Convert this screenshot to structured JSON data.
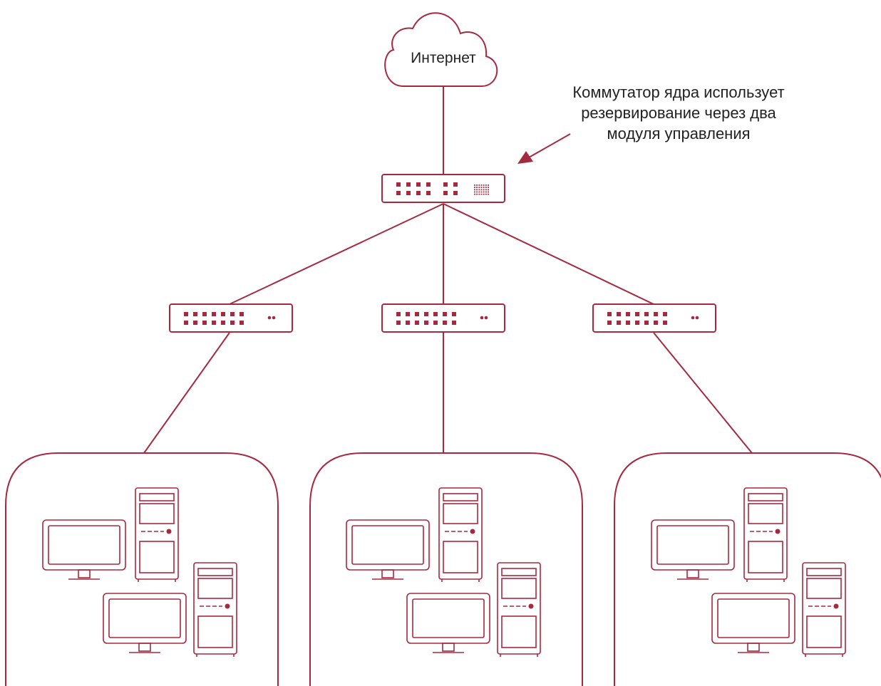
{
  "internet_label": "Интернет",
  "annotation": {
    "lines": [
      "Коммутатор ядра использует",
      "резервирование через два",
      "модуля управления"
    ]
  },
  "colors": {
    "accent": "#a52a3f",
    "text": "#222222",
    "background": "#ffffff"
  },
  "icons": [
    "cloud-icon",
    "core-switch-icon",
    "access-switch-icon",
    "monitor-icon",
    "pc-tower-icon"
  ]
}
